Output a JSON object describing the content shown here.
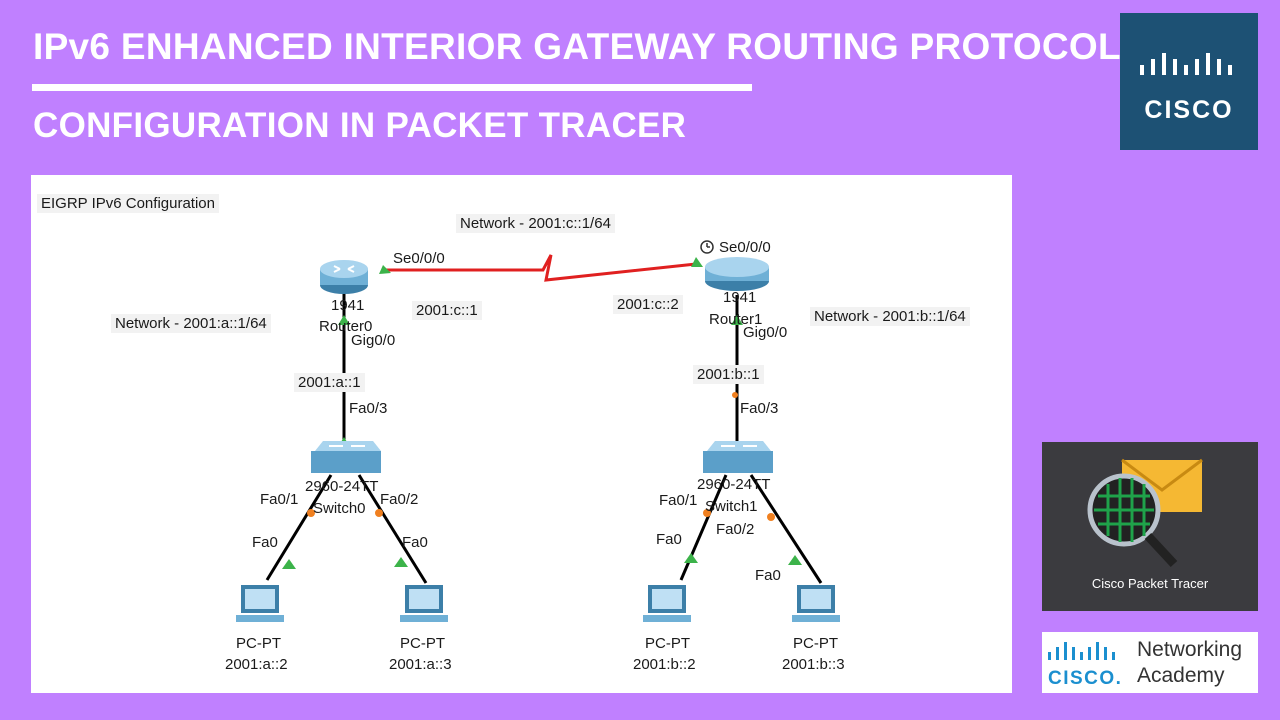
{
  "header": {
    "title_line1": "IPv6 ENHANCED INTERIOR GATEWAY ROUTING PROTOCOL",
    "title_line2": "CONFIGURATION IN PACKET TRACER"
  },
  "logos": {
    "cisco_word": "CISCO",
    "packet_tracer_caption": "Cisco Packet Tracer",
    "netacad_cisco": "CISCO.",
    "netacad_line1": "Networking",
    "netacad_line2": "Academy"
  },
  "topology": {
    "title": "EIGRP IPv6 Configuration",
    "network_top": "Network - 2001:c::1/64",
    "network_left": "Network - 2001:a::1/64",
    "network_right": "Network - 2001:b::1/64",
    "router0": {
      "model": "1941",
      "name": "Router0",
      "serial": "Se0/0/0",
      "serial_ip": "2001:c::1",
      "gig": "Gig0/0",
      "gig_ip": "2001:a::1"
    },
    "router1": {
      "model": "1941",
      "name": "Router1",
      "serial": "Se0/0/0",
      "serial_ip": "2001:c::2",
      "gig": "Gig0/0",
      "gig_ip": "2001:b::1"
    },
    "switch0": {
      "model": "2960-24TT",
      "name": "Switch0",
      "uplink": "Fa0/3",
      "port1": "Fa0/1",
      "port2": "Fa0/2"
    },
    "switch1": {
      "model": "2960-24TT",
      "name": "Switch1",
      "uplink": "Fa0/3",
      "port1": "Fa0/1",
      "port2": "Fa0/2"
    },
    "pcs": [
      {
        "type": "PC-PT",
        "ip": "2001:a::2",
        "port": "Fa0"
      },
      {
        "type": "PC-PT",
        "ip": "2001:a::3",
        "port": "Fa0"
      },
      {
        "type": "PC-PT",
        "ip": "2001:b::2",
        "port": "Fa0"
      },
      {
        "type": "PC-PT",
        "ip": "2001:b::3",
        "port": "Fa0"
      }
    ]
  },
  "colors": {
    "background": "#c080ff",
    "serial_link": "#e02020",
    "link_up": "#3cb34a",
    "link_blocked": "#f08020",
    "cisco_box": "#1d5174"
  }
}
